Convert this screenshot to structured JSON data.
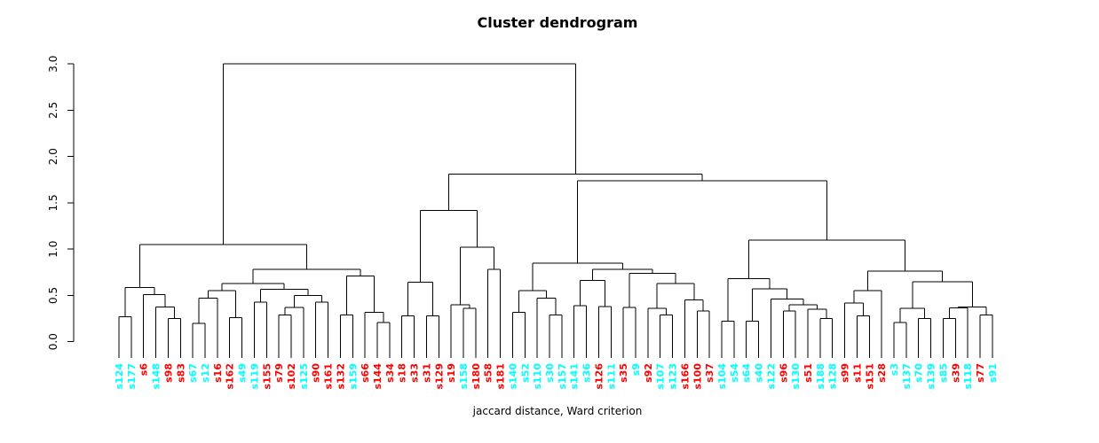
{
  "title": "Cluster dendrogram",
  "xlabel": "jaccard distance, Ward criterion",
  "colors": {
    "red": "#FF0000",
    "cyan": "#00FFFF",
    "line": "#000000",
    "background": "#FFFFFF"
  },
  "chart_data": {
    "type": "dendrogram",
    "title": "Cluster dendrogram",
    "xlabel": "jaccard distance, Ward criterion",
    "ylabel": "",
    "ylim": [
      0,
      3
    ],
    "y_ticks": [
      "0.0",
      "0.5",
      "1.0",
      "1.5",
      "2.0",
      "2.5",
      "3.0"
    ],
    "grid": false,
    "legend": "none",
    "leaves": [
      {
        "label": "s124",
        "color": "cyan"
      },
      {
        "label": "s177",
        "color": "cyan"
      },
      {
        "label": "s6",
        "color": "red"
      },
      {
        "label": "s148",
        "color": "cyan"
      },
      {
        "label": "s98",
        "color": "red"
      },
      {
        "label": "s83",
        "color": "red"
      },
      {
        "label": "s67",
        "color": "cyan"
      },
      {
        "label": "s12",
        "color": "cyan"
      },
      {
        "label": "s16",
        "color": "red"
      },
      {
        "label": "s162",
        "color": "red"
      },
      {
        "label": "s49",
        "color": "cyan"
      },
      {
        "label": "s119",
        "color": "cyan"
      },
      {
        "label": "s155",
        "color": "red"
      },
      {
        "label": "s79",
        "color": "red"
      },
      {
        "label": "s102",
        "color": "red"
      },
      {
        "label": "s125",
        "color": "cyan"
      },
      {
        "label": "s90",
        "color": "red"
      },
      {
        "label": "s161",
        "color": "red"
      },
      {
        "label": "s132",
        "color": "red"
      },
      {
        "label": "s159",
        "color": "cyan"
      },
      {
        "label": "s66",
        "color": "red"
      },
      {
        "label": "s144",
        "color": "red"
      },
      {
        "label": "s34",
        "color": "red"
      },
      {
        "label": "s18",
        "color": "red"
      },
      {
        "label": "s33",
        "color": "red"
      },
      {
        "label": "s31",
        "color": "red"
      },
      {
        "label": "s129",
        "color": "red"
      },
      {
        "label": "s19",
        "color": "red"
      },
      {
        "label": "s158",
        "color": "cyan"
      },
      {
        "label": "s180",
        "color": "red"
      },
      {
        "label": "s58",
        "color": "red"
      },
      {
        "label": "s181",
        "color": "red"
      },
      {
        "label": "s140",
        "color": "cyan"
      },
      {
        "label": "s52",
        "color": "cyan"
      },
      {
        "label": "s110",
        "color": "cyan"
      },
      {
        "label": "s30",
        "color": "cyan"
      },
      {
        "label": "s157",
        "color": "cyan"
      },
      {
        "label": "s141",
        "color": "cyan"
      },
      {
        "label": "s36",
        "color": "cyan"
      },
      {
        "label": "s126",
        "color": "red"
      },
      {
        "label": "s111",
        "color": "cyan"
      },
      {
        "label": "s35",
        "color": "red"
      },
      {
        "label": "s9",
        "color": "cyan"
      },
      {
        "label": "s92",
        "color": "red"
      },
      {
        "label": "s107",
        "color": "cyan"
      },
      {
        "label": "s123",
        "color": "cyan"
      },
      {
        "label": "s166",
        "color": "red"
      },
      {
        "label": "s100",
        "color": "red"
      },
      {
        "label": "s37",
        "color": "red"
      },
      {
        "label": "s104",
        "color": "cyan"
      },
      {
        "label": "s54",
        "color": "cyan"
      },
      {
        "label": "s64",
        "color": "cyan"
      },
      {
        "label": "s40",
        "color": "cyan"
      },
      {
        "label": "s122",
        "color": "cyan"
      },
      {
        "label": "s96",
        "color": "red"
      },
      {
        "label": "s130",
        "color": "cyan"
      },
      {
        "label": "s51",
        "color": "red"
      },
      {
        "label": "s188",
        "color": "cyan"
      },
      {
        "label": "s128",
        "color": "cyan"
      },
      {
        "label": "s99",
        "color": "red"
      },
      {
        "label": "s11",
        "color": "red"
      },
      {
        "label": "s151",
        "color": "red"
      },
      {
        "label": "s28",
        "color": "red"
      },
      {
        "label": "s3",
        "color": "cyan"
      },
      {
        "label": "s137",
        "color": "cyan"
      },
      {
        "label": "s70",
        "color": "cyan"
      },
      {
        "label": "s139",
        "color": "cyan"
      },
      {
        "label": "s85",
        "color": "cyan"
      },
      {
        "label": "s39",
        "color": "red"
      },
      {
        "label": "s118",
        "color": "cyan"
      },
      {
        "label": "s77",
        "color": "red"
      },
      {
        "label": "s91",
        "color": "cyan"
      }
    ],
    "tree": {
      "h": 3.0,
      "c": [
        {
          "h": 1.05,
          "c": [
            {
              "h": 0.585,
              "c": [
                {
                  "h": 0.27,
                  "c": [
                    "s124",
                    "s177"
                  ]
                },
                {
                  "h": 0.51,
                  "c": [
                    "s6",
                    {
                      "h": 0.375,
                      "c": [
                        "s148",
                        {
                          "h": 0.25,
                          "c": [
                            "s98",
                            "s83"
                          ]
                        }
                      ]
                    }
                  ]
                }
              ]
            },
            {
              "h": 0.78,
              "c": [
                {
                  "h": 0.63,
                  "c": [
                    {
                      "h": 0.55,
                      "c": [
                        {
                          "h": 0.47,
                          "c": [
                            {
                              "h": 0.2,
                              "c": [
                                "s67",
                                "s12"
                              ]
                            },
                            "s16"
                          ]
                        },
                        {
                          "h": 0.26,
                          "c": [
                            "s162",
                            "s49"
                          ]
                        }
                      ]
                    },
                    {
                      "h": 0.565,
                      "c": [
                        {
                          "h": 0.43,
                          "c": [
                            "s119",
                            "s155"
                          ]
                        },
                        {
                          "h": 0.5,
                          "c": [
                            {
                              "h": 0.37,
                              "c": [
                                {
                                  "h": 0.29,
                                  "c": [
                                    "s79",
                                    "s102"
                                  ]
                                },
                                "s125"
                              ]
                            },
                            {
                              "h": 0.43,
                              "c": [
                                "s90",
                                "s161"
                              ]
                            }
                          ]
                        }
                      ]
                    }
                  ]
                },
                {
                  "h": 0.71,
                  "c": [
                    {
                      "h": 0.29,
                      "c": [
                        "s132",
                        "s159"
                      ]
                    },
                    {
                      "h": 0.32,
                      "c": [
                        "s66",
                        {
                          "h": 0.21,
                          "c": [
                            "s144",
                            "s34"
                          ]
                        }
                      ]
                    }
                  ]
                }
              ]
            }
          ]
        },
        {
          "h": 1.81,
          "c": [
            {
              "h": 1.42,
              "c": [
                {
                  "h": 0.645,
                  "c": [
                    {
                      "h": 0.28,
                      "c": [
                        "s18",
                        "s33"
                      ]
                    },
                    {
                      "h": 0.28,
                      "c": [
                        "s31",
                        "s129"
                      ]
                    }
                  ]
                },
                {
                  "h": 1.02,
                  "c": [
                    {
                      "h": 0.4,
                      "c": [
                        "s19",
                        {
                          "h": 0.36,
                          "c": [
                            "s158",
                            "s180"
                          ]
                        }
                      ]
                    },
                    {
                      "h": 0.78,
                      "c": [
                        "s58",
                        "s181"
                      ]
                    }
                  ]
                }
              ]
            },
            {
              "h": 1.74,
              "c": [
                {
                  "h": 0.85,
                  "c": [
                    {
                      "h": 0.55,
                      "c": [
                        {
                          "h": 0.32,
                          "c": [
                            "s140",
                            "s52"
                          ]
                        },
                        {
                          "h": 0.47,
                          "c": [
                            "s110",
                            {
                              "h": 0.29,
                              "c": [
                                "s30",
                                "s157"
                              ]
                            }
                          ]
                        }
                      ]
                    },
                    {
                      "h": 0.78,
                      "c": [
                        {
                          "h": 0.66,
                          "c": [
                            {
                              "h": 0.39,
                              "c": [
                                "s141",
                                "s36"
                              ]
                            },
                            {
                              "h": 0.38,
                              "c": [
                                "s126",
                                "s111"
                              ]
                            }
                          ]
                        },
                        {
                          "h": 0.74,
                          "c": [
                            {
                              "h": 0.37,
                              "c": [
                                "s35",
                                "s9"
                              ]
                            },
                            {
                              "h": 0.63,
                              "c": [
                                {
                                  "h": 0.36,
                                  "c": [
                                    "s92",
                                    {
                                      "h": 0.29,
                                      "c": [
                                        "s107",
                                        "s123"
                                      ]
                                    }
                                  ]
                                },
                                {
                                  "h": 0.45,
                                  "c": [
                                    "s166",
                                    {
                                      "h": 0.33,
                                      "c": [
                                        "s100",
                                        "s37"
                                      ]
                                    }
                                  ]
                                }
                              ]
                            }
                          ]
                        }
                      ]
                    }
                  ]
                },
                {
                  "h": 1.1,
                  "c": [
                    {
                      "h": 0.683,
                      "c": [
                        {
                          "h": 0.22,
                          "c": [
                            "s104",
                            "s54"
                          ]
                        },
                        {
                          "h": 0.57,
                          "c": [
                            {
                              "h": 0.22,
                              "c": [
                                "s64",
                                "s40"
                              ]
                            },
                            {
                              "h": 0.46,
                              "c": [
                                "s122",
                                {
                                  "h": 0.4,
                                  "c": [
                                    {
                                      "h": 0.33,
                                      "c": [
                                        "s96",
                                        "s130"
                                      ]
                                    },
                                    {
                                      "h": 0.35,
                                      "c": [
                                        "s51",
                                        {
                                          "h": 0.25,
                                          "c": [
                                            "s188",
                                            "s128"
                                          ]
                                        }
                                      ]
                                    }
                                  ]
                                }
                              ]
                            }
                          ]
                        }
                      ]
                    },
                    {
                      "h": 0.763,
                      "c": [
                        {
                          "h": 0.55,
                          "c": [
                            {
                              "h": 0.42,
                              "c": [
                                "s99",
                                {
                                  "h": 0.28,
                                  "c": [
                                    "s11",
                                    "s151"
                                  ]
                                }
                              ]
                            },
                            "s28"
                          ]
                        },
                        {
                          "h": 0.65,
                          "c": [
                            {
                              "h": 0.36,
                              "c": [
                                {
                                  "h": 0.21,
                                  "c": [
                                    "s3",
                                    "s137"
                                  ]
                                },
                                {
                                  "h": 0.25,
                                  "c": [
                                    "s70",
                                    "s139"
                                  ]
                                }
                              ]
                            },
                            {
                              "h": 0.375,
                              "c": [
                                {
                                  "h": 0.365,
                                  "c": [
                                    {
                                      "h": 0.25,
                                      "c": [
                                        "s85",
                                        "s39"
                                      ]
                                    },
                                    "s118"
                                  ]
                                },
                                {
                                  "h": 0.29,
                                  "c": [
                                    "s77",
                                    "s91"
                                  ]
                                }
                              ]
                            }
                          ]
                        }
                      ]
                    }
                  ]
                }
              ]
            }
          ]
        }
      ]
    }
  }
}
